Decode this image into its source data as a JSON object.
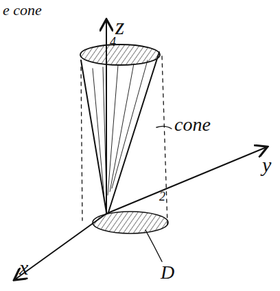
{
  "diagram": {
    "labels": [
      "e cone",
      "z",
      "4",
      "cone",
      "2",
      "y",
      "D",
      "x"
    ]
  }
}
